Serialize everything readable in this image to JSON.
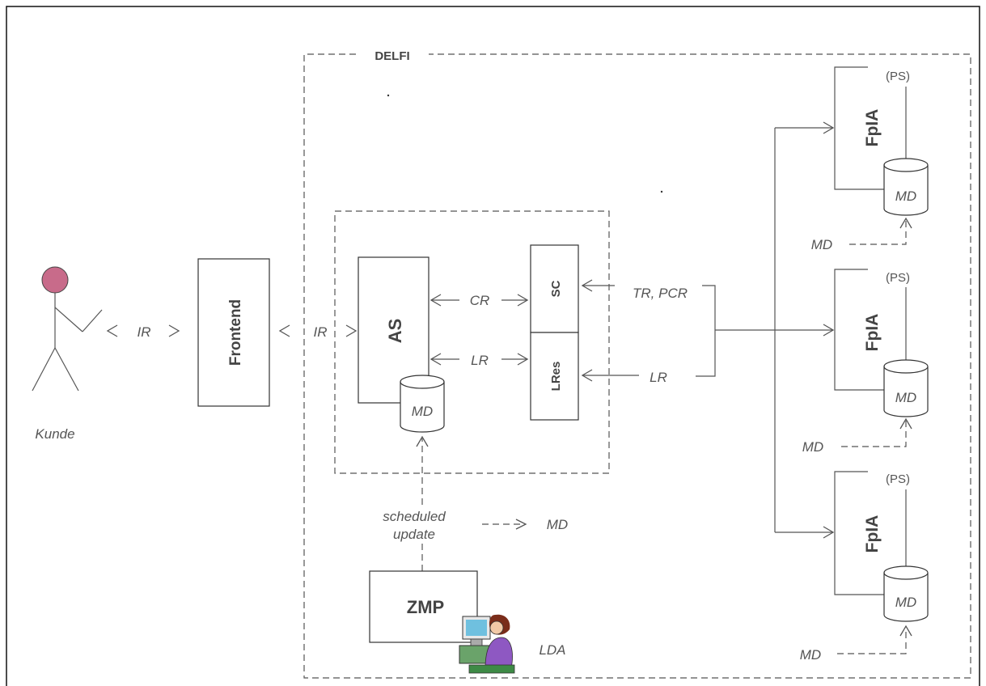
{
  "diagram": {
    "title": "DELFI",
    "actor": {
      "label": "Kunde"
    },
    "frontend": {
      "label": "Frontend"
    },
    "as": {
      "label": "AS"
    },
    "sc": {
      "label": "SC"
    },
    "lres": {
      "label": "LRes"
    },
    "zmp": {
      "label": "ZMP"
    },
    "lda": {
      "label": "LDA"
    },
    "fpia_label": "FpIA",
    "ps_label": "(PS)",
    "md_label": "MD",
    "edges": {
      "ir": "IR",
      "cr": "CR",
      "lr": "LR",
      "tr_pcr": "TR, PCR",
      "scheduled_line1": "scheduled",
      "scheduled_line2": "update"
    }
  },
  "colors": {
    "actor_head": "#c86b8a",
    "line": "#555555",
    "border": "#333333"
  }
}
